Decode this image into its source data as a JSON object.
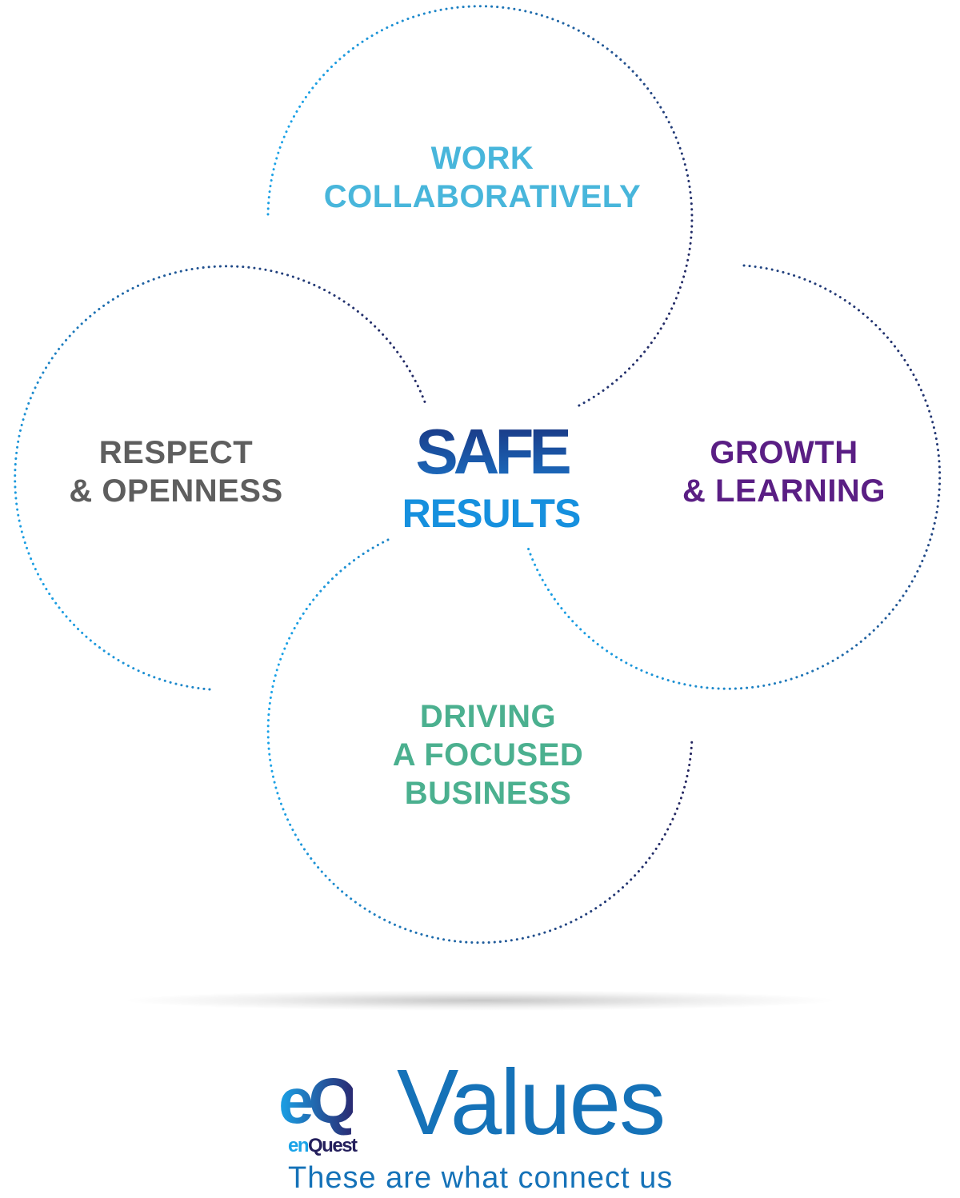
{
  "values": {
    "work": [
      "WORK",
      "COLLABORATIVELY"
    ],
    "respect": [
      "RESPECT",
      "& OPENNESS"
    ],
    "growth": [
      "GROWTH",
      "& LEARNING"
    ],
    "driving": [
      "DRIVING",
      "A FOCUSED",
      "BUSINESS"
    ]
  },
  "center": {
    "line1": "SAFE",
    "line2": "RESULTS"
  },
  "logo": {
    "mark": "eQ",
    "en": "en",
    "quest": "Quest"
  },
  "title": "Values",
  "tagline": "These are what connect us",
  "colors": {
    "light_blue": "#1aa3e8",
    "navy": "#23235e",
    "work": "#48b6db",
    "respect": "#5e5e5e",
    "growth": "#5a1e84",
    "driving": "#4bb08f",
    "brand": "#1572b8"
  }
}
